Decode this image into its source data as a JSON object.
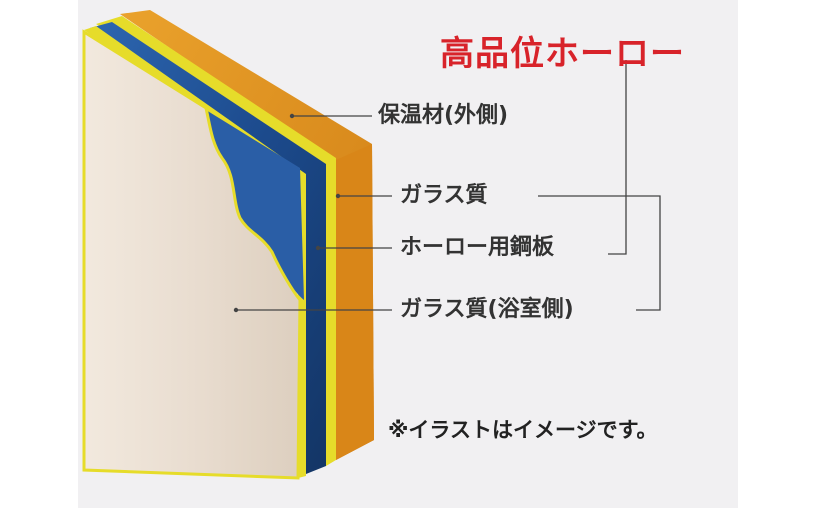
{
  "title": "高品位ホーロー",
  "layers": [
    {
      "label": "保温材(外側)"
    },
    {
      "label": "ガラス質"
    },
    {
      "label": "ホーロー用鋼板"
    },
    {
      "label": "ガラス質(浴室側)"
    }
  ],
  "note": "※イラストはイメージです。",
  "colors": {
    "title": "#d8232a",
    "insulation": "#e0921c",
    "glass": "#e6dc2a",
    "steel": "#1f4f92",
    "inner_surface": "#ebe0d4"
  }
}
